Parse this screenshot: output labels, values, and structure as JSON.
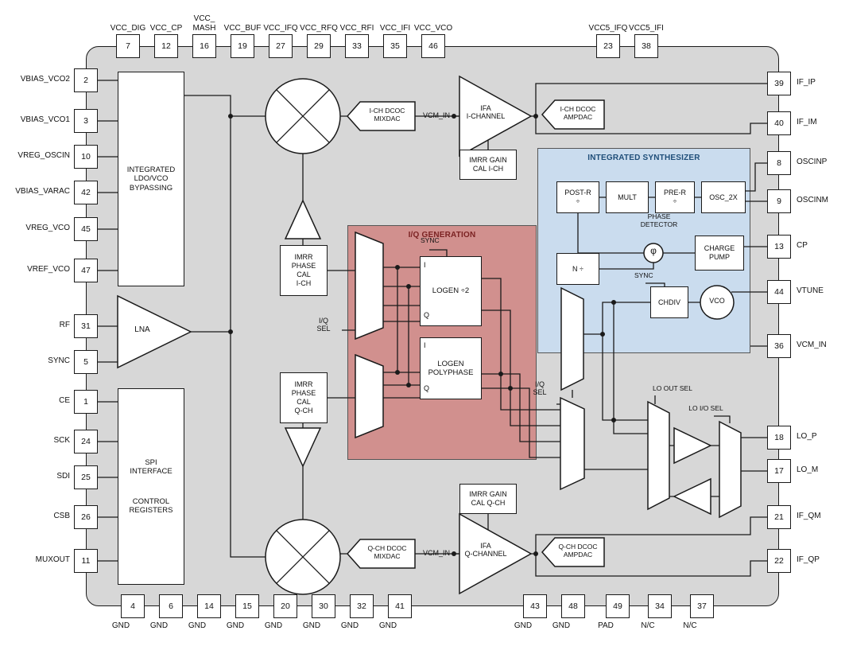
{
  "colors": {
    "chip_body": "#d7d7d7",
    "iq_region": "#d1908e",
    "synth_region": "#cadcee",
    "iq_title_text": "#7b2222",
    "synth_title_text": "#1f4e79",
    "wire": "#1a1a1a"
  },
  "regions": {
    "iq": "I/Q GENERATION",
    "synth": "INTEGRATED SYNTHESIZER"
  },
  "pins": {
    "top": [
      {
        "number": "7",
        "label": "VCC_DIG"
      },
      {
        "number": "12",
        "label": "VCC_CP"
      },
      {
        "number": "16",
        "label": "VCC_\nMASH"
      },
      {
        "number": "19",
        "label": "VCC_BUF"
      },
      {
        "number": "27",
        "label": "VCC_IFQ"
      },
      {
        "number": "29",
        "label": "VCC_RFQ"
      },
      {
        "number": "33",
        "label": "VCC_RFI"
      },
      {
        "number": "35",
        "label": "VCC_IFI"
      },
      {
        "number": "46",
        "label": "VCC_VCO"
      },
      {
        "number": "23",
        "label": "VCC5_IFQ"
      },
      {
        "number": "38",
        "label": "VCC5_IFI"
      }
    ],
    "left": [
      {
        "number": "2",
        "label": "VBIAS_VCO2"
      },
      {
        "number": "3",
        "label": "VBIAS_VCO1"
      },
      {
        "number": "10",
        "label": "VREG_OSCIN"
      },
      {
        "number": "42",
        "label": "VBIAS_VARAC"
      },
      {
        "number": "45",
        "label": "VREG_VCO"
      },
      {
        "number": "47",
        "label": "VREF_VCO"
      },
      {
        "number": "31",
        "label": "RF"
      },
      {
        "number": "5",
        "label": "SYNC"
      },
      {
        "number": "1",
        "label": "CE"
      },
      {
        "number": "24",
        "label": "SCK"
      },
      {
        "number": "25",
        "label": "SDI"
      },
      {
        "number": "26",
        "label": "CSB"
      },
      {
        "number": "11",
        "label": "MUXOUT"
      }
    ],
    "right": [
      {
        "number": "39",
        "label": "IF_IP"
      },
      {
        "number": "40",
        "label": "IF_IM"
      },
      {
        "number": "8",
        "label": "OSCINP"
      },
      {
        "number": "9",
        "label": "OSCINM"
      },
      {
        "number": "13",
        "label": "CP"
      },
      {
        "number": "44",
        "label": "VTUNE"
      },
      {
        "number": "36",
        "label": "VCM_IN"
      },
      {
        "number": "18",
        "label": "LO_P"
      },
      {
        "number": "17",
        "label": "LO_M"
      },
      {
        "number": "21",
        "label": "IF_QM"
      },
      {
        "number": "22",
        "label": "IF_QP"
      }
    ],
    "bottom": [
      {
        "number": "4",
        "label": "GND"
      },
      {
        "number": "6",
        "label": "GND"
      },
      {
        "number": "14",
        "label": "GND"
      },
      {
        "number": "15",
        "label": "GND"
      },
      {
        "number": "20",
        "label": "GND"
      },
      {
        "number": "30",
        "label": "GND"
      },
      {
        "number": "32",
        "label": "GND"
      },
      {
        "number": "41",
        "label": "GND"
      },
      {
        "number": "43",
        "label": "GND"
      },
      {
        "number": "48",
        "label": "GND"
      },
      {
        "number": "49",
        "label": "PAD"
      },
      {
        "number": "34",
        "label": "N/C"
      },
      {
        "number": "37",
        "label": "N/C"
      }
    ]
  },
  "blocks": {
    "ldo": "INTEGRATED\nLDO/VCO\nBYPASSING",
    "spi_top": "SPI\nINTERFACE",
    "spi_bottom": "CONTROL\nREGISTERS",
    "lna": "LNA",
    "mixdac_i": "I-CH DCOC\nMIXDAC",
    "mixdac_q": "Q-CH DCOC\nMIXDAC",
    "ampdac_i": "I-CH DCOC\nAMPDAC",
    "ampdac_q": "Q-CH DCOC\nAMPDAC",
    "ifa_i": "IFA\nI-CHANNEL",
    "ifa_q": "IFA\nQ-CHANNEL",
    "imrr_gain_i": "IMRR GAIN\nCAL I-CH",
    "imrr_gain_q": "IMRR GAIN\nCAL Q-CH",
    "imrr_phase_i": "IMRR\nPHASE\nCAL\nI-CH",
    "imrr_phase_q": "IMRR\nPHASE\nCAL\nQ-CH",
    "logen_div2": "LOGEN ÷2",
    "logen_poly": "LOGEN\nPOLYPHASE",
    "post_r": "POST-R\n÷",
    "mult": "MULT",
    "pre_r": "PRE-R\n÷",
    "osc_2x": "OSC_2X",
    "phase_detector": "PHASE\nDETECTOR",
    "phase_symbol": "φ",
    "charge_pump": "CHARGE\nPUMP",
    "n_div": "N ÷",
    "chdiv": "CHDIV",
    "vco": "VCO"
  },
  "labels": {
    "vcm_in_i": "VCM_IN",
    "vcm_in_q": "VCM_IN",
    "sync_logen": "SYNC",
    "sync_synth": "SYNC",
    "iq_sel_gen": "I/Q\nSEL",
    "iq_sel_lo": "I/Q\nSEL",
    "lo_out_sel": "LO OUT SEL",
    "lo_io_sel": "LO I/O SEL",
    "i_div2": "I",
    "q_div2": "Q",
    "i_poly": "I",
    "q_poly": "Q"
  }
}
